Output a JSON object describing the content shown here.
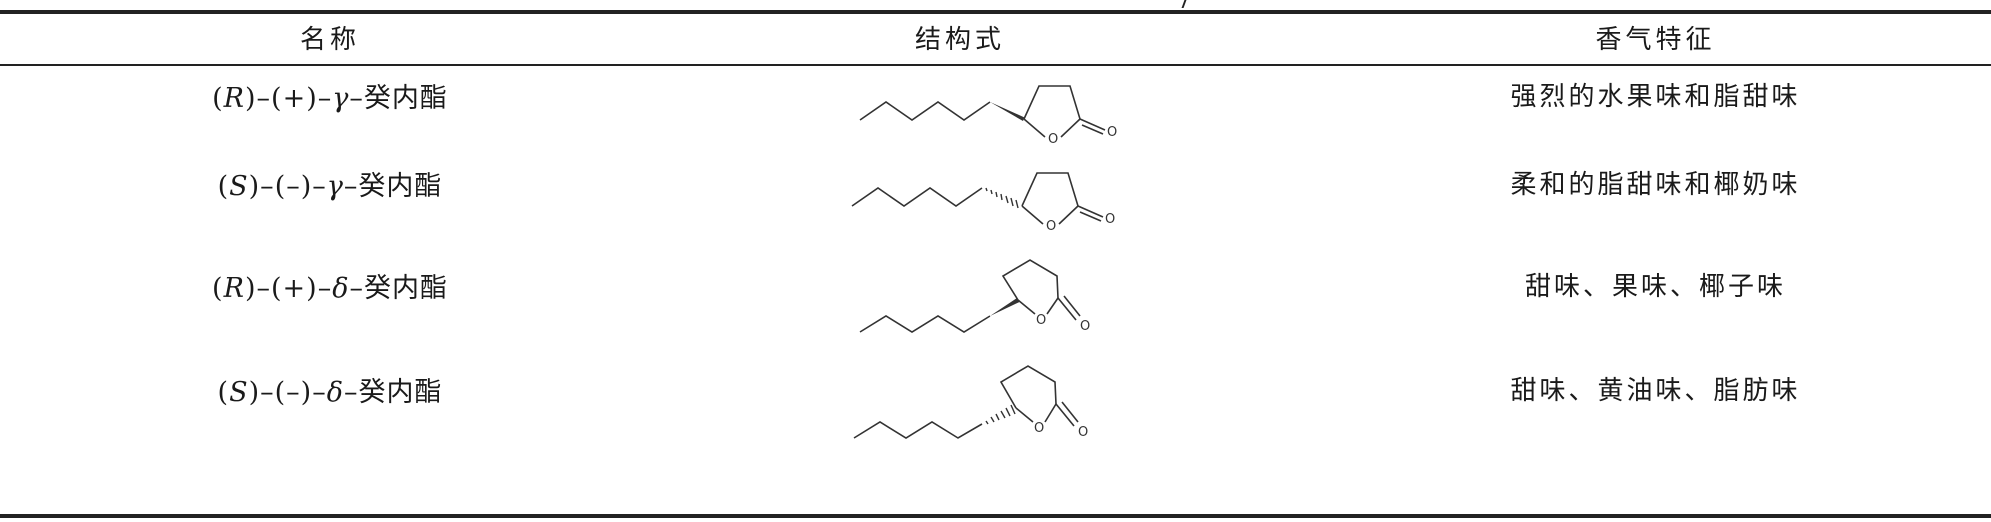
{
  "table": {
    "headers": [
      "名称",
      "结构式",
      "香气特征"
    ],
    "rows": [
      {
        "config": "R",
        "rotation": "(+)",
        "greek": "γ",
        "suffix": "–癸内酯",
        "odor": "强烈的水果味和脂甜味",
        "ring": "gamma",
        "bond": "wedge"
      },
      {
        "config": "S",
        "rotation": "(–)",
        "greek": "γ",
        "suffix": "–癸内酯",
        "odor": "柔和的脂甜味和椰奶味",
        "ring": "gamma",
        "bond": "hash"
      },
      {
        "config": "R",
        "rotation": "(+)",
        "greek": "δ",
        "suffix": "–癸内酯",
        "odor": "甜味、果味、椰子味",
        "ring": "delta",
        "bond": "wedge"
      },
      {
        "config": "S",
        "rotation": "(–)",
        "greek": "δ",
        "suffix": "–癸内酯",
        "odor": "甜味、黄油味、脂肪味",
        "ring": "delta",
        "bond": "hash"
      }
    ],
    "ring_atom_label": "O"
  }
}
